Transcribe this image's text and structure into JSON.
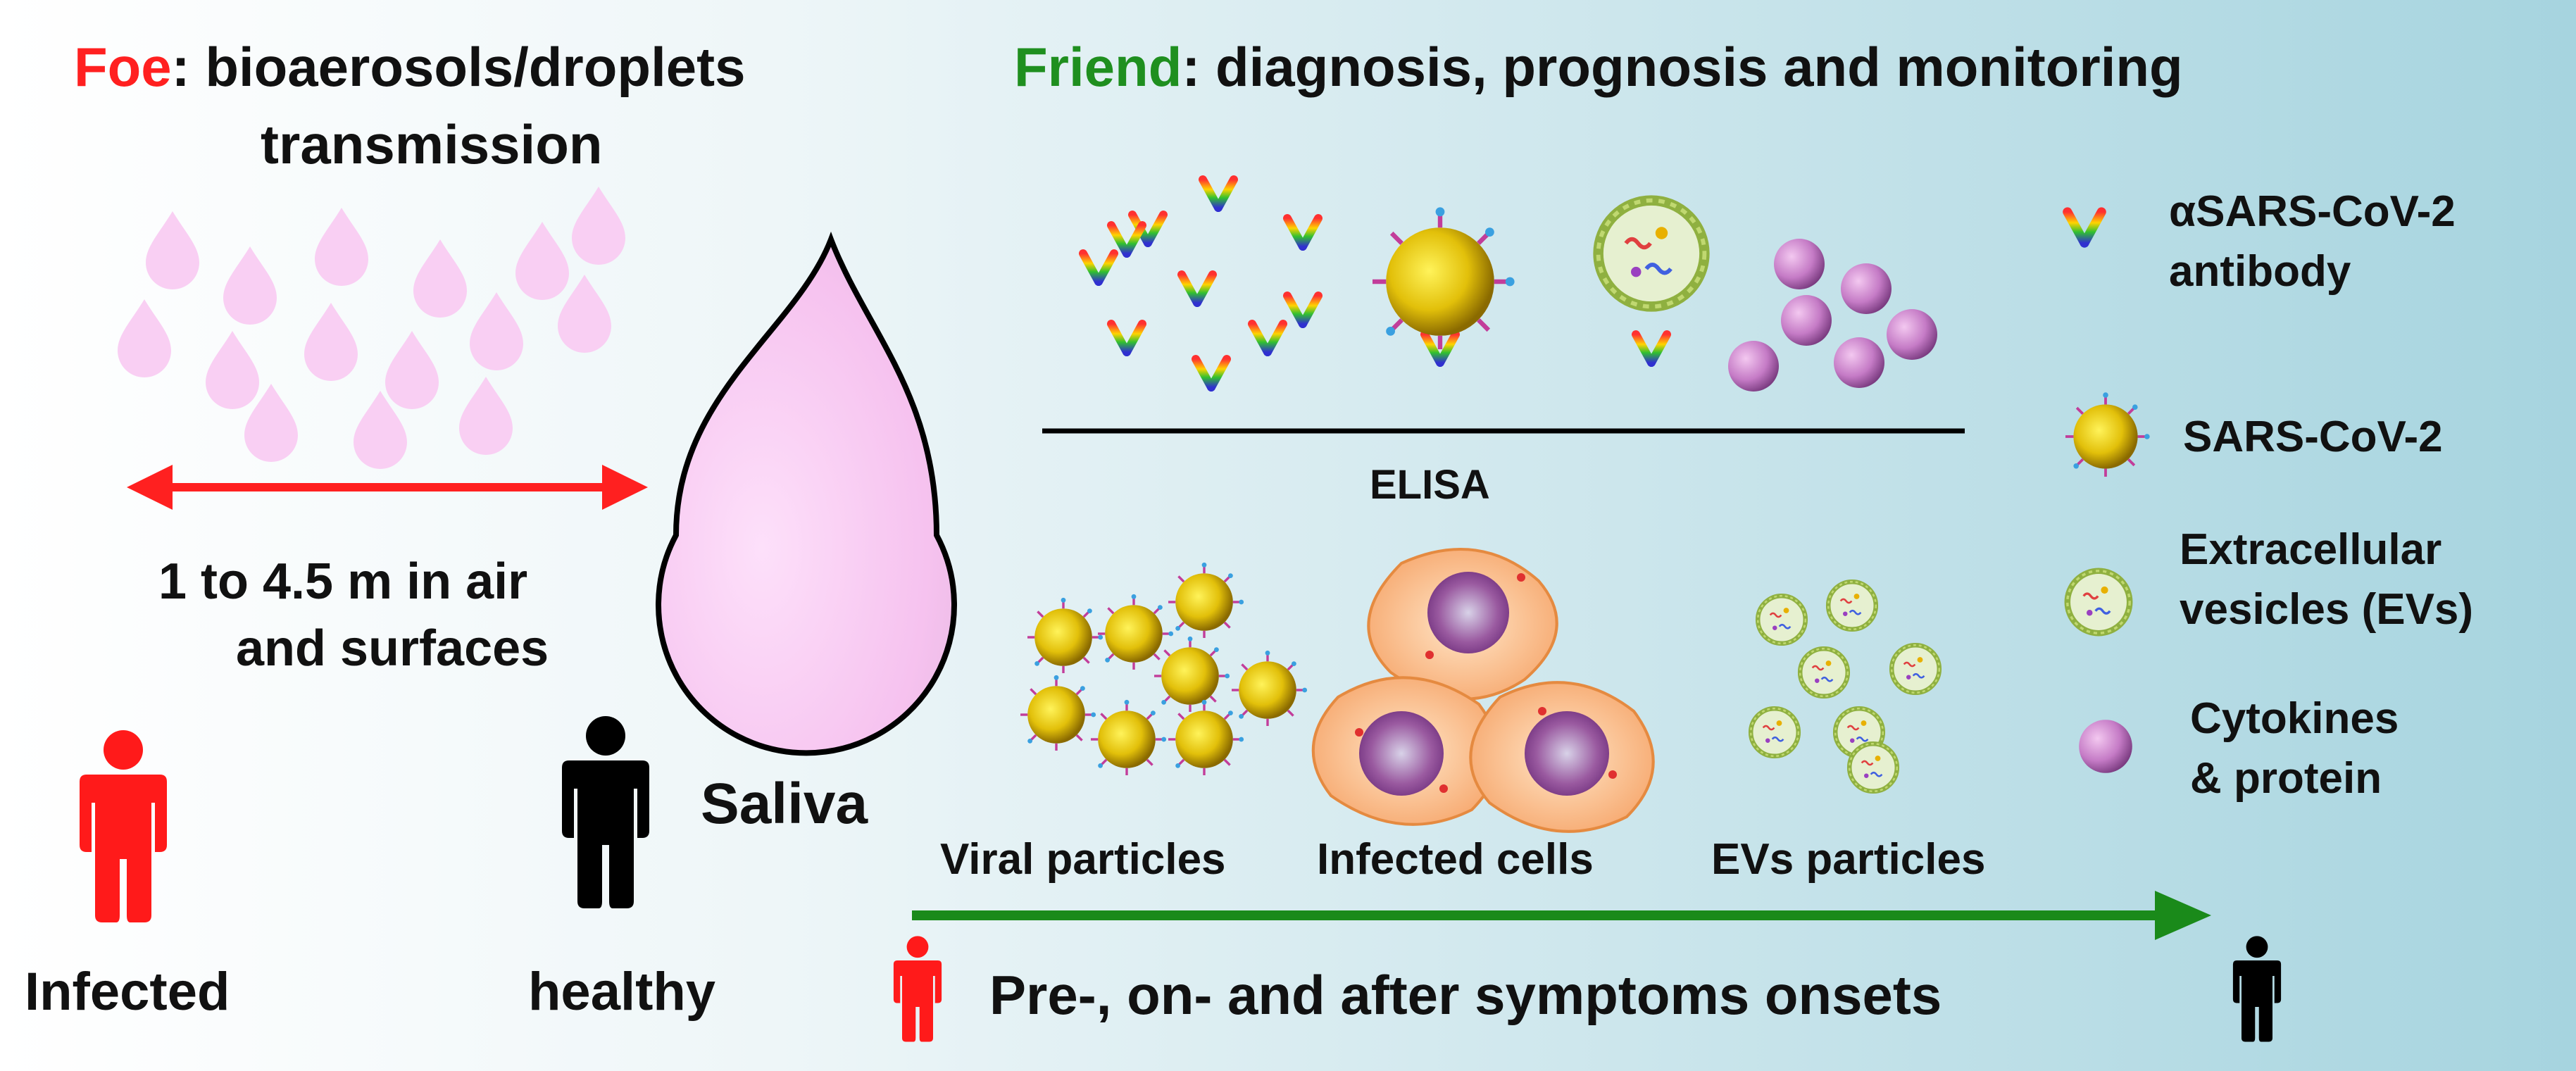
{
  "foe": {
    "word": "Foe",
    "text": ": bioaerosols/droplets",
    "line2": "transmission"
  },
  "friend": {
    "word": "Friend",
    "text": ": diagnosis, prognosis and monitoring"
  },
  "distance": {
    "line1": "1 to 4.5 m in air",
    "line2": "and surfaces"
  },
  "people": {
    "infected": "Infected",
    "healthy": "healthy"
  },
  "saliva": "Saliva",
  "elisa": "ELISA",
  "particles": {
    "viral": "Viral particles",
    "cells": "Infected cells",
    "evs": "EVs particles"
  },
  "timeline": "Pre-, on- and after symptoms onsets",
  "legend": {
    "antibody_1": "αSARS-CoV-2",
    "antibody_2": "antibody",
    "virus": "SARS-CoV-2",
    "ev_1": "Extracellular",
    "ev_2": "vesicles (EVs)",
    "cyto_1": "Cytokines",
    "cyto_2": "& protein"
  },
  "colors": {
    "foe": "#ff2020",
    "friend": "#1f8f1f",
    "arrow_red": "#ff2020",
    "arrow_green": "#1a8a1a",
    "droplet": "#f8c8f0",
    "background_right": "#a9d6e1"
  }
}
